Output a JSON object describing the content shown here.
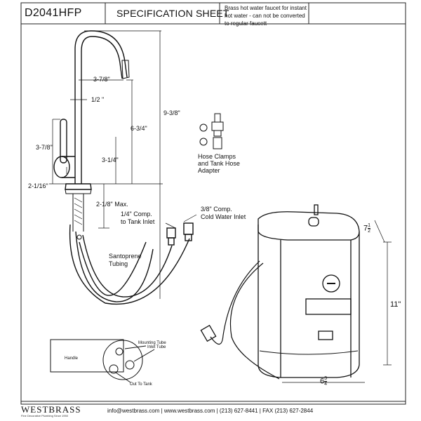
{
  "header": {
    "model": "D2041HFP",
    "title": "SPECIFICATION SHEET",
    "note": "Brass hot water faucet for instant hot water - can not be converted to regular faucett"
  },
  "dimensions": {
    "spout_reach": "3-7/8\"",
    "spout_dia": "1/2 \"",
    "total_height": "9-3/8\"",
    "spout_height": "6-3/4\"",
    "handle_height": "3-7/8\"",
    "body_height": "3-1/4\"",
    "base_dia": "2-1/16\"",
    "shank": "2-1/8\" Max.",
    "tank_depth_whole": "7",
    "tank_depth_num": "1",
    "tank_depth_den": "2",
    "tank_height": "11\"",
    "tank_width_whole": "6",
    "tank_width_num": "3",
    "tank_width_den": "4"
  },
  "labels": {
    "tank_inlet_line1": "1/4\" Comp.",
    "tank_inlet_line2": "to Tank Inlet",
    "cold_inlet_line1": "3/8\" Comp.",
    "cold_inlet_line2": "Cold Water Inlet",
    "tubing_line1": "Santoprene",
    "tubing_line2": "Tubing",
    "hose_line1": "Hose Clamps",
    "hose_line2": "and Tank Hose",
    "hose_line3": "Adapter",
    "mounting_tube": "Mounting Tube",
    "inlet_tube": "Inlet Tube",
    "handle": "Handle",
    "out_to_tank": "Out To Tank"
  },
  "footer": {
    "brand": "WESTBRASS",
    "tagline": "Fine Decorative Plumbing Since 1950",
    "contact": "info@westbrass.com  |  www.westbrass.com  |  (213) 627-8441  |  FAX (213) 627-2844"
  }
}
